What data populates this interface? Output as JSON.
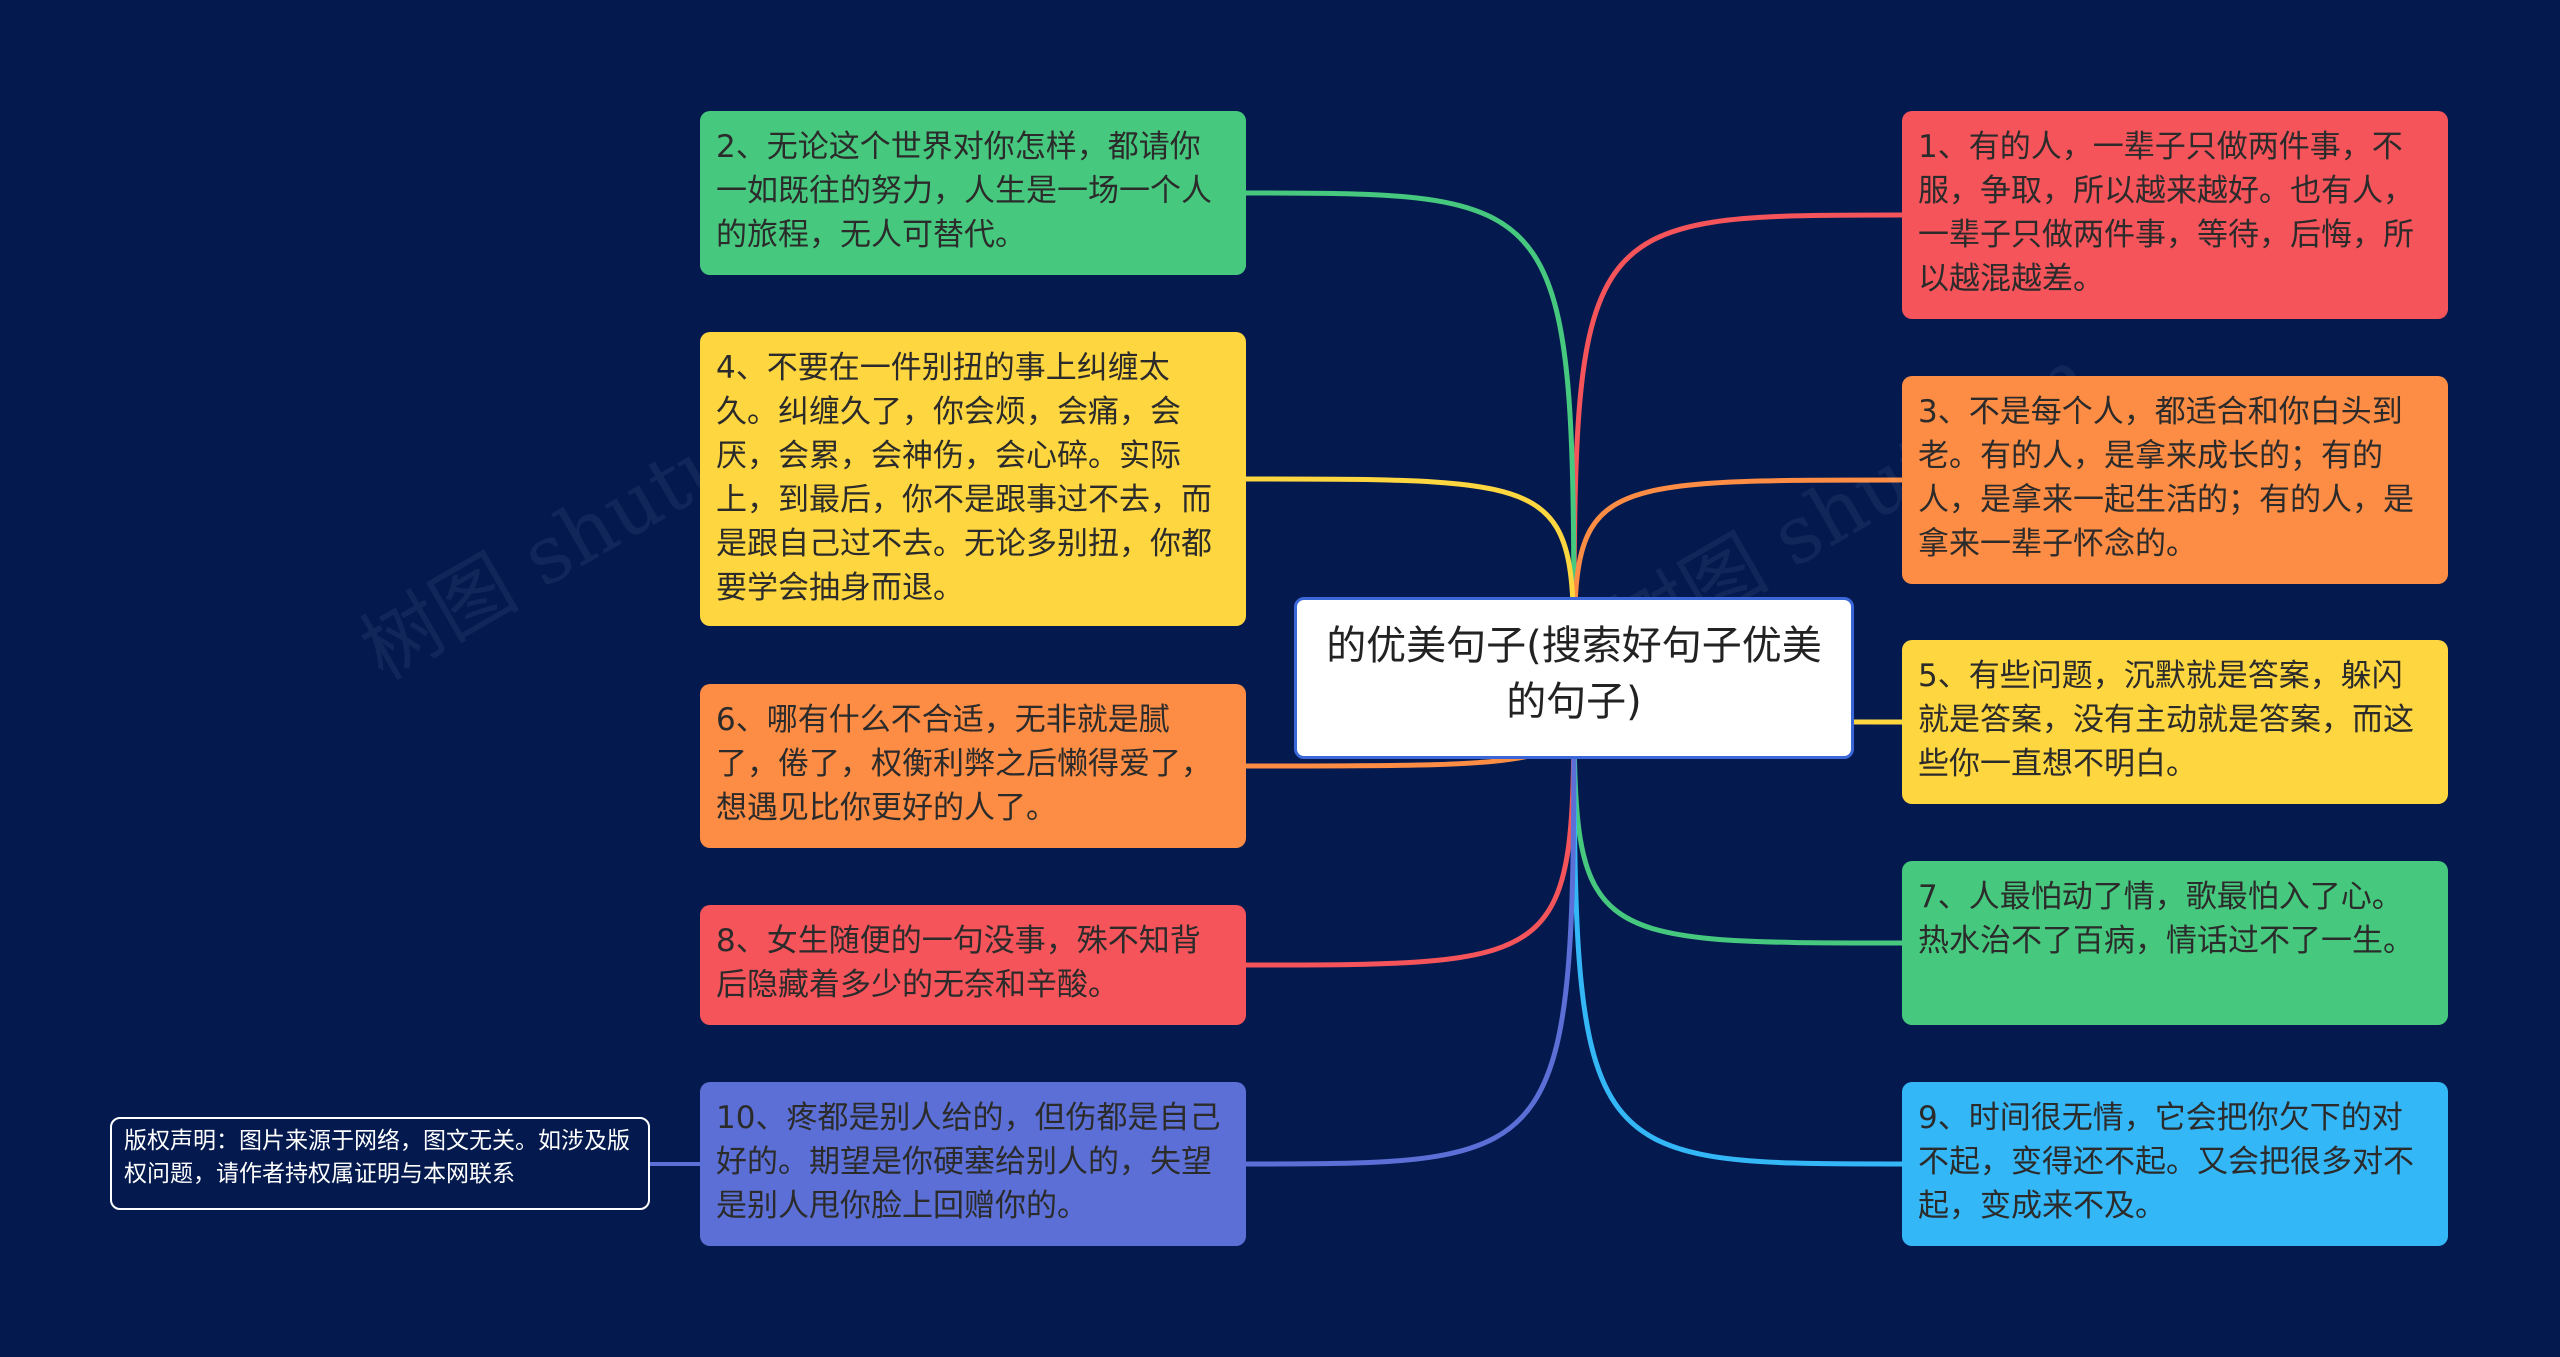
{
  "center": {
    "text": "的优美句子(搜索好句子优美的句子)"
  },
  "watermarks": [
    "树图 shutu.cn",
    "树图 shutu.cn"
  ],
  "nodes": [
    {
      "id": "n1",
      "side": "right",
      "color": "#f5545a",
      "text": "1、有的人，一辈子只做两件事，不服，争取，所以越来越好。也有人，一辈子只做两件事，等待，后悔，所以越混越差。"
    },
    {
      "id": "n2",
      "side": "left",
      "color": "#46c97e",
      "text": "2、无论这个世界对你怎样，都请你一如既往的努力，人生是一场一个人的旅程，无人可替代。"
    },
    {
      "id": "n3",
      "side": "right",
      "color": "#fd8c44",
      "text": "3、不是每个人，都适合和你白头到老。有的人，是拿来成长的；有的人，是拿来一起生活的；有的人，是拿来一辈子怀念的。"
    },
    {
      "id": "n4",
      "side": "left",
      "color": "#fed63f",
      "text": "4、不要在一件别扭的事上纠缠太久。纠缠久了，你会烦，会痛，会厌，会累，会神伤，会心碎。实际上，到最后，你不是跟事过不去，而是跟自己过不去。无论多别扭，你都要学会抽身而退。"
    },
    {
      "id": "n5",
      "side": "right",
      "color": "#fed63f",
      "text": "5、有些问题，沉默就是答案，躲闪就是答案，没有主动就是答案，而这些你一直想不明白。"
    },
    {
      "id": "n6",
      "side": "left",
      "color": "#fd8c44",
      "text": "6、哪有什么不合适，无非就是腻了，倦了，权衡利弊之后懒得爱了，想遇见比你更好的人了。"
    },
    {
      "id": "n7",
      "side": "right",
      "color": "#46c97e",
      "text": "7、人最怕动了情，歌最怕入了心。热水治不了百病，情话过不了一生。"
    },
    {
      "id": "n8",
      "side": "left",
      "color": "#f5545a",
      "text": "8、女生随便的一句没事，殊不知背后隐藏着多少的无奈和辛酸。"
    },
    {
      "id": "n9",
      "side": "right",
      "color": "#34b7f7",
      "text": "9、时间很无情，它会把你欠下的对不起，变得还不起。又会把很多对不起，变成来不及。"
    },
    {
      "id": "n10",
      "side": "left",
      "color": "#5b6fd6",
      "text": "10、疼都是别人给的，但伤都是自己好的。期望是你硬塞给别人的，失望是别人甩你脸上回赠你的。"
    }
  ],
  "note": {
    "text": "版权声明：图片来源于网络，图文无关。如涉及版权问题，请作者持权属证明与本网联系"
  }
}
